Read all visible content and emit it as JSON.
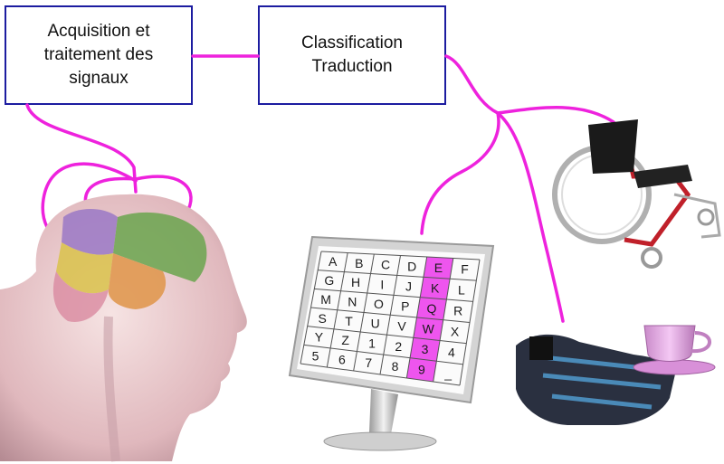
{
  "boxes": {
    "acquisition": {
      "lines": [
        "Acquisition et",
        "traitement des",
        "signaux"
      ]
    },
    "classification": {
      "lines": [
        "Classification",
        "Traduction"
      ]
    }
  },
  "speller": {
    "rows": [
      [
        "A",
        "B",
        "C",
        "D",
        "E",
        "F"
      ],
      [
        "G",
        "H",
        "I",
        "J",
        "K",
        "L"
      ],
      [
        "M",
        "N",
        "O",
        "P",
        "Q",
        "R"
      ],
      [
        "S",
        "T",
        "U",
        "V",
        "W",
        "X"
      ],
      [
        "Y",
        "Z",
        "1",
        "2",
        "3",
        "4"
      ],
      [
        "5",
        "6",
        "7",
        "8",
        "9",
        "_"
      ]
    ],
    "highlighted_column": 4
  },
  "colors": {
    "connector": "#ee22dd",
    "box_border": "#1c1ca0",
    "highlight": "#ee55ee"
  },
  "icons": [
    "brain-head-illustration",
    "monitor-speller",
    "wheelchair",
    "robotic-hand-with-teacup"
  ]
}
